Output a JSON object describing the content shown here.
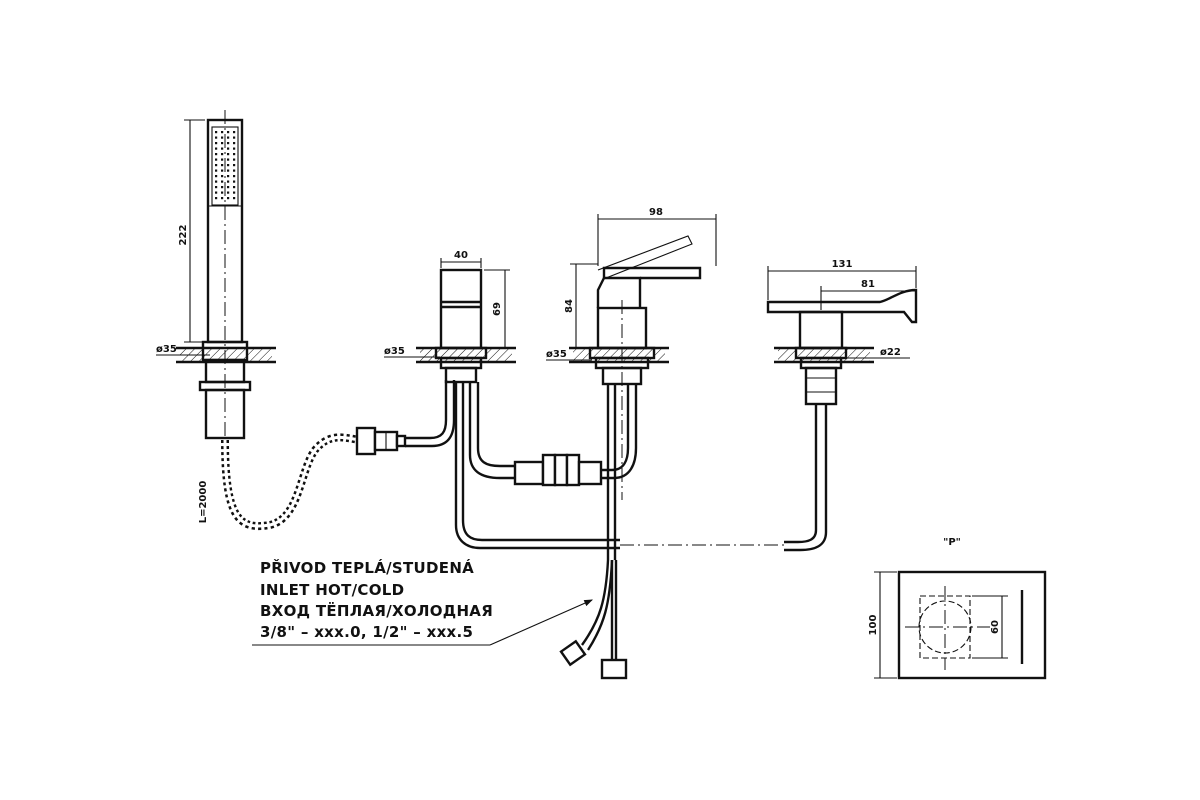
{
  "dimensions": {
    "handshower_length": "222",
    "handshower_dia": "ø35",
    "hose_length": "L=2000",
    "diverter_width": "40",
    "diverter_height": "69",
    "diverter_dia": "ø35",
    "mixer_width": "98",
    "mixer_height": "84",
    "mixer_dia": "ø35",
    "spout_length": "131",
    "spout_reach": "81",
    "spout_dia": "ø22",
    "detail_height": "100",
    "detail_hole": "60"
  },
  "detail_label": "\"P\"",
  "inlet_note": {
    "line1": "PŘIVOD TEPLÁ/STUDENÁ",
    "line2": "INLET HOT/COLD",
    "line3": "ВХОД ТЁПЛАЯ/ХОЛОДНАЯ",
    "line4": "3/8\" – xxx.0, 1/2\" – xxx.5"
  }
}
